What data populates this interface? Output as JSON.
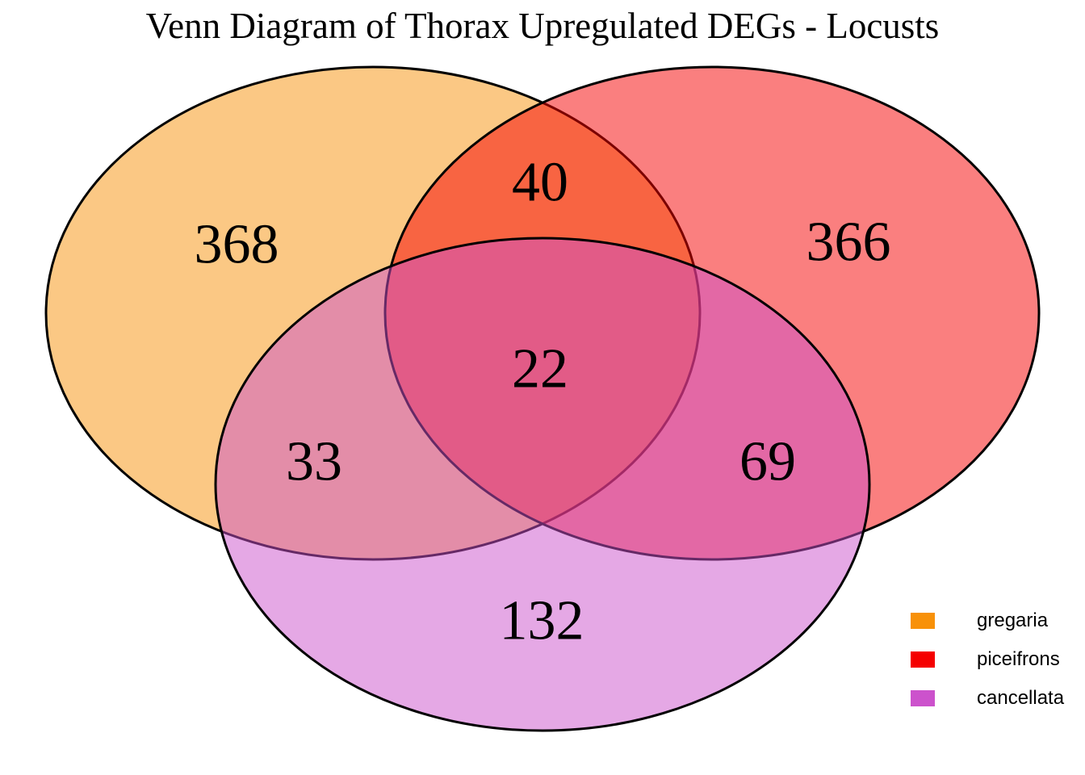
{
  "chart_data": {
    "type": "venn",
    "title": "Venn Diagram of Thorax Upregulated DEGs - Locusts",
    "sets": [
      {
        "name": "gregaria",
        "color": "#F89109"
      },
      {
        "name": "piceifrons",
        "color": "#F50000"
      },
      {
        "name": "cancellata",
        "color": "#CC52CC"
      }
    ],
    "regions": {
      "gregaria_only": 368,
      "piceifrons_only": 366,
      "cancellata_only": 132,
      "gregaria_piceifrons": 40,
      "gregaria_cancellata": 33,
      "piceifrons_cancellata": 69,
      "all_three": 22
    },
    "colors": {
      "gregaria": "#F89109",
      "piceifrons": "#F50000",
      "cancellata": "#CC52CC",
      "outline": "#000000"
    },
    "fill_opacity": "0.5",
    "legend_position": "bottom-right"
  },
  "legend": {
    "items": [
      {
        "label": "gregaria",
        "color": "#F89109"
      },
      {
        "label": "piceifrons",
        "color": "#F50000"
      },
      {
        "label": "cancellata",
        "color": "#CC52CC"
      }
    ]
  }
}
